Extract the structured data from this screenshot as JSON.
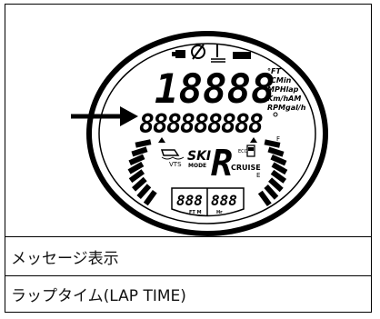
{
  "display": {
    "main_digits": "18888",
    "units_right": [
      "°FT",
      "°CMin",
      "MPHlap",
      "Km/hAM",
      "RPMgal/h"
    ],
    "message_segments": [
      "8",
      "8",
      "8",
      "8",
      "8",
      "8",
      "8",
      "8",
      "8"
    ],
    "ski_label": "SKI",
    "mode_label": "MODE",
    "vts_label": "VTS",
    "gear_char": "R",
    "cruise_label": "CRUISE",
    "eco_label": "ECO",
    "fuel_f": "F",
    "fuel_e": "E",
    "small_digits_left": "888",
    "small_digits_right": "888",
    "small_unit_left": "FT M",
    "small_unit_right": "Hr"
  },
  "rows": [
    {
      "label": "メッセージ表示"
    },
    {
      "label": "ラップタイム(LAP TIME)"
    }
  ]
}
